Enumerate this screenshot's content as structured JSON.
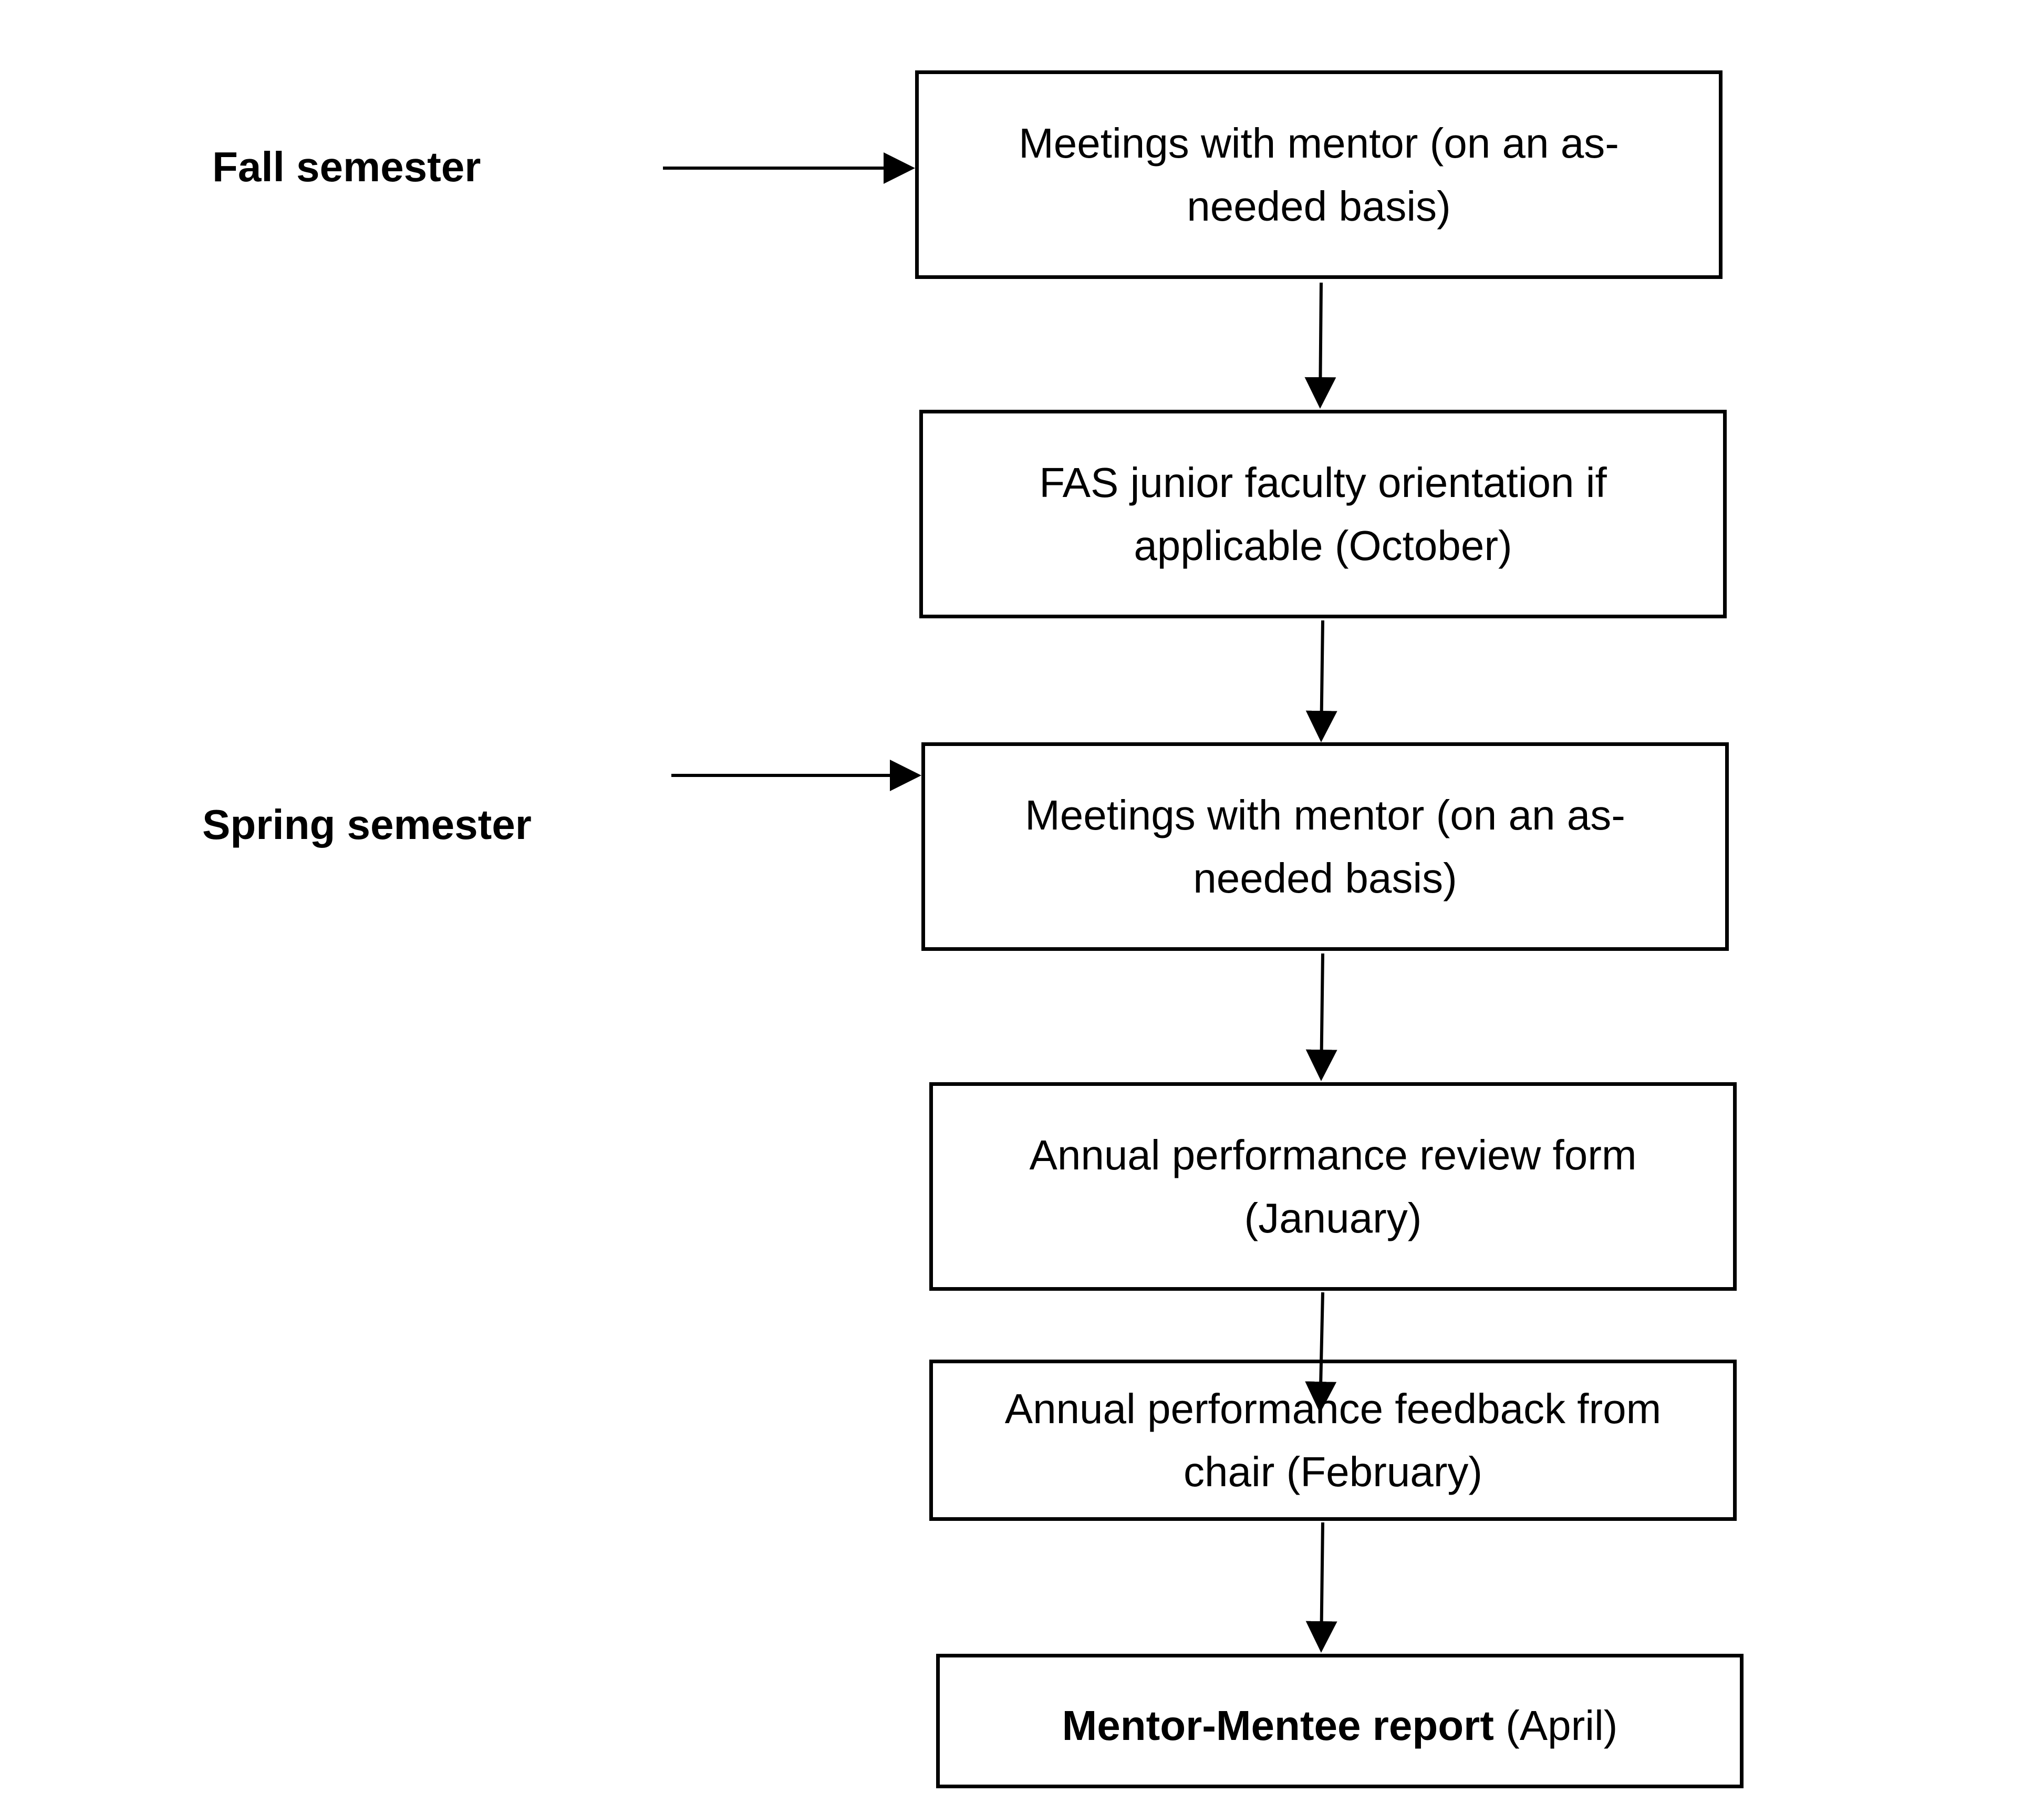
{
  "labels": {
    "fall": "Fall semester",
    "spring": "Spring semester"
  },
  "boxes": [
    {
      "text": "Meetings with mentor (on an as-needed basis)"
    },
    {
      "text": "FAS junior faculty orientation if applicable (October)"
    },
    {
      "text": "Meetings with mentor (on an as-needed basis)"
    },
    {
      "text": "Annual performance review form (January)"
    },
    {
      "text": "Annual performance feedback from chair (February)"
    },
    {
      "text_bold": "Mentor-Mentee report",
      "text_rest": " (April)"
    }
  ],
  "colors": {
    "stroke": "#000000",
    "background": "#ffffff"
  }
}
